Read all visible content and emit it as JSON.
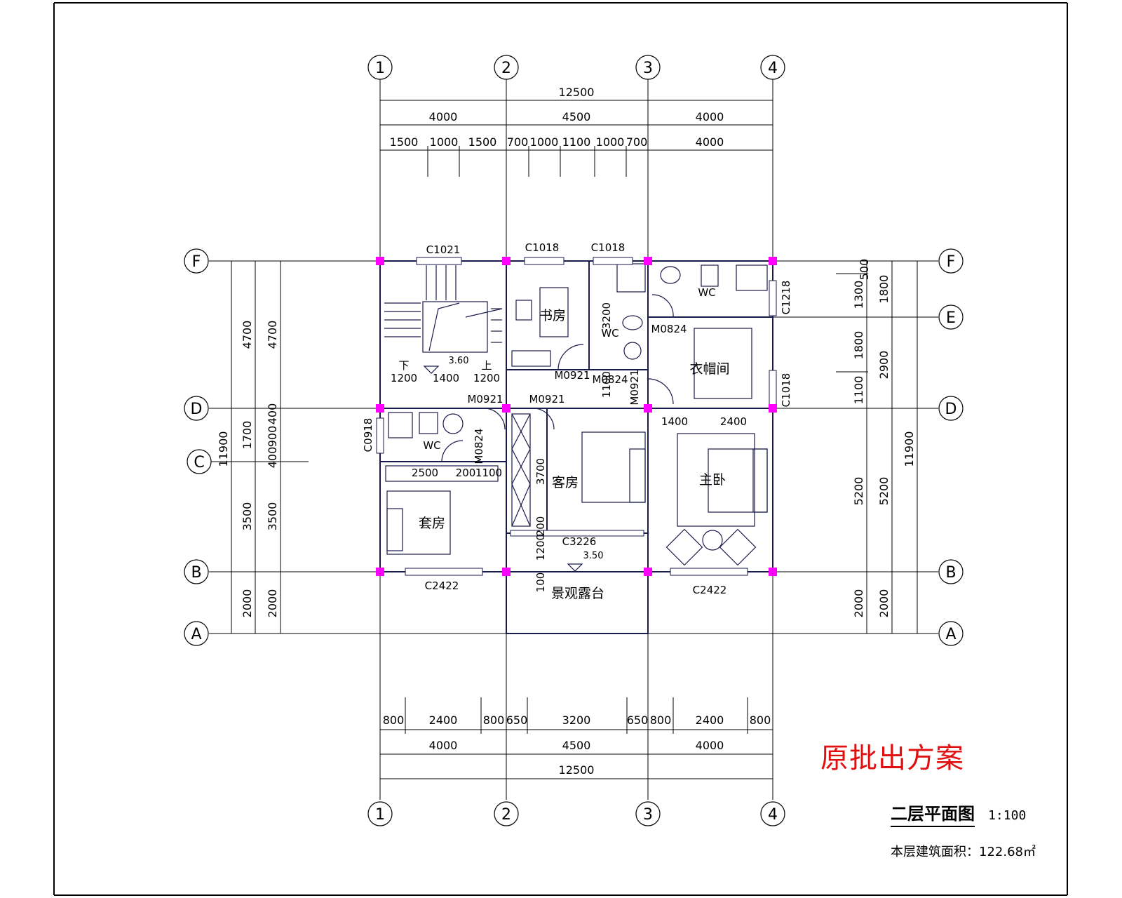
{
  "drawing": {
    "title": "二层平面图",
    "scale": "1:100",
    "area_label": "本层建筑面积：122.68㎡",
    "stamp": "原批出方案"
  },
  "axes": {
    "numbered": [
      "1",
      "2",
      "3",
      "4"
    ],
    "lettered": [
      "F",
      "E",
      "D",
      "C",
      "B",
      "A"
    ]
  },
  "dimensions": {
    "top": {
      "total": "12500",
      "bays": [
        "4000",
        "4500",
        "4000"
      ],
      "details": [
        "1500",
        "1000",
        "1500",
        "700",
        "1000",
        "1100",
        "1000",
        "700",
        "4000"
      ]
    },
    "bottom": {
      "details": [
        "800",
        "2400",
        "800",
        "650",
        "3200",
        "650",
        "800",
        "2400",
        "800"
      ],
      "bays": [
        "4000",
        "4500",
        "4000"
      ],
      "total": "12500"
    },
    "left": {
      "total": "11900",
      "spans": [
        "4700",
        "4700",
        "1700",
        "400",
        "900",
        "400",
        "3500",
        "3500",
        "2000",
        "2000"
      ]
    },
    "right": {
      "spans": [
        "500",
        "1300",
        "1800",
        "1800",
        "2900",
        "1100",
        "5200",
        "5200",
        "2000",
        "2000"
      ],
      "total": "11900"
    },
    "interior": [
      "1200",
      "1400",
      "1200",
      "3.60",
      "3200",
      "1100",
      "3700",
      "1400",
      "2400",
      "2500",
      "200",
      "1100",
      "1200",
      "200",
      "100",
      "3.50"
    ]
  },
  "openings": {
    "windows": [
      "C1021",
      "C1018",
      "C1018",
      "C1218",
      "C1018",
      "C0918",
      "C3226",
      "C2422",
      "C2422"
    ],
    "doors": [
      "M0824",
      "M0921",
      "M0921",
      "M0824",
      "M0921",
      "M0921",
      "M0824"
    ]
  },
  "rooms": {
    "study": "书房",
    "wc": "WC",
    "wardrobe": "衣帽间",
    "guest": "客房",
    "master": "主卧",
    "suite": "套房",
    "terrace": "景观露台",
    "stair_down": "下",
    "stair_up": "上"
  }
}
